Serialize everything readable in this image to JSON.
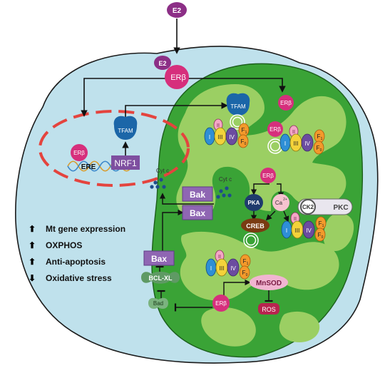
{
  "colors": {
    "cell": "#bfe1ec",
    "nucleus_border": "#e4443e",
    "mito_outer": "#3aa336",
    "mito_inner": "#9bcf63",
    "er_pink": "#d62f7c",
    "e2_purple": "#8c2f86",
    "tfam_blue": "#1b66a8",
    "nrf1_purple": "#7e4fa0",
    "bak_purple": "#8f66b3",
    "creb_brown": "#7a3b12",
    "mnsod_pink": "#f1b5d1",
    "bcl_green": "#5f9a64"
  },
  "labels": {
    "e2_top": "E2",
    "e2_bound": "E2",
    "er_beta": "ERβ",
    "tfam": "TFAM",
    "ere": "ERE",
    "nrf1": "NRF1",
    "cyt_c": "Cyt c",
    "bak": "Bak",
    "bax": "Bax",
    "pka": "PKA",
    "creb": "CREB",
    "ca": "Ca",
    "ca_sup": "2+",
    "ck2": "CK2",
    "pkc": "PKC",
    "bcl_xl": "BCL-XL",
    "bad": "Bad",
    "mnsod": "MnSOD",
    "ros": "ROS",
    "complex_1": "I",
    "complex_2": "II",
    "complex_3": "III",
    "complex_4": "IV",
    "f1": "F",
    "f1_sub": "1",
    "f0": "F",
    "f0_sub": "0"
  },
  "legend": [
    {
      "arrow": "up-arrow",
      "text": "Mt gene expression"
    },
    {
      "arrow": "up-arrow",
      "text": "OXPHOS"
    },
    {
      "arrow": "up-arrow",
      "text": "Anti-apoptosis"
    },
    {
      "arrow": "down-arrow",
      "text": "Oxidative stress"
    }
  ]
}
